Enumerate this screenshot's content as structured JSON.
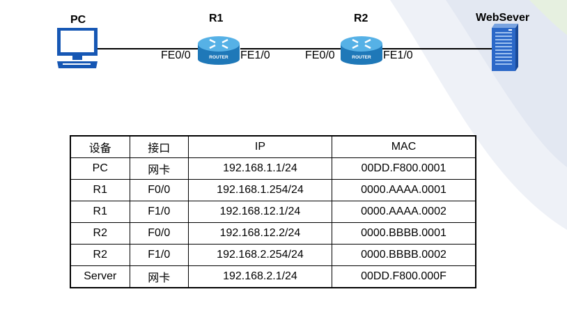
{
  "colors": {
    "router": "#2d8fcf",
    "server": "#2b68c8",
    "pc": "#1657b4",
    "link": "#000000"
  },
  "topology": {
    "pc": {
      "label": "PC",
      "icon": "pc-icon"
    },
    "r1": {
      "label": "R1",
      "icon": "router-icon",
      "port_left": "FE0/0",
      "port_right": "FE1/0",
      "badge": "ROUTER"
    },
    "r2": {
      "label": "R2",
      "icon": "router-icon",
      "port_left": "FE0/0",
      "port_right": "FE1/0",
      "badge": "ROUTER"
    },
    "server": {
      "label": "WebSever",
      "icon": "server-icon"
    }
  },
  "table": {
    "headers": [
      "设备",
      "接口",
      "IP",
      "MAC"
    ],
    "rows": [
      [
        "PC",
        "网卡",
        "192.168.1.1/24",
        "00DD.F800.0001"
      ],
      [
        "R1",
        "F0/0",
        "192.168.1.254/24",
        "0000.AAAA.0001"
      ],
      [
        "R1",
        "F1/0",
        "192.168.12.1/24",
        "0000.AAAA.0002"
      ],
      [
        "R2",
        "F0/0",
        "192.168.12.2/24",
        "0000.BBBB.0001"
      ],
      [
        "R2",
        "F1/0",
        "192.168.2.254/24",
        "0000.BBBB.0002"
      ],
      [
        "Server",
        "网卡",
        "192.168.2.1/24",
        "00DD.F800.000F"
      ]
    ]
  }
}
